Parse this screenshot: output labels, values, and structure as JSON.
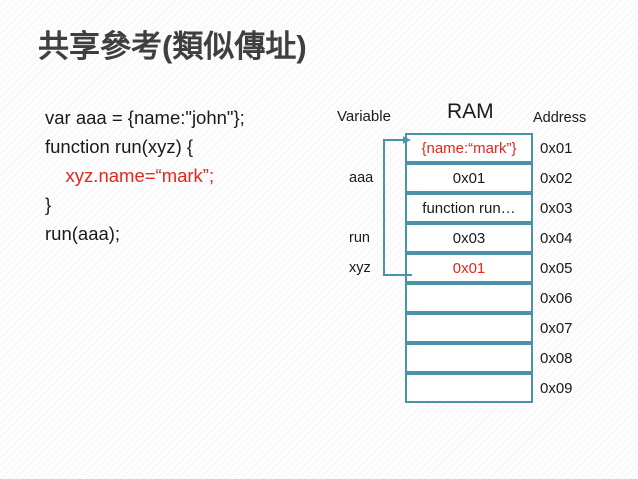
{
  "slide": {
    "title": "共享參考(類似傳址)",
    "background_color": "#fdfdfd",
    "title_color": "#3f3f3f"
  },
  "code": {
    "lines": [
      {
        "text": "var aaa = {name:\"john\"};",
        "highlight": false
      },
      {
        "text": "function run(xyz) {",
        "highlight": false
      },
      {
        "text": "    xyz.name=“mark”;",
        "highlight": true
      },
      {
        "text": "}",
        "highlight": false
      },
      {
        "text": "run(aaa);",
        "highlight": false
      }
    ],
    "highlight_color": "#e8251f"
  },
  "diagram": {
    "headers": {
      "variable": "Variable",
      "ram": "RAM",
      "address": "Address"
    },
    "border_color": "#4a93a8",
    "arrow_color": "#4a93a8",
    "rows": [
      {
        "variable": "",
        "ram": "{name:“mark”}",
        "address": "0x01",
        "ram_red": true,
        "empty": false
      },
      {
        "variable": "aaa",
        "ram": "0x01",
        "address": "0x02",
        "ram_red": false,
        "empty": false
      },
      {
        "variable": "",
        "ram": "function run…",
        "address": "0x03",
        "ram_red": false,
        "empty": false
      },
      {
        "variable": "run",
        "ram": "0x03",
        "address": "0x04",
        "ram_red": false,
        "empty": false
      },
      {
        "variable": "xyz",
        "ram": "0x01",
        "address": "0x05",
        "ram_red": true,
        "empty": false
      },
      {
        "variable": "",
        "ram": "",
        "address": "0x06",
        "ram_red": false,
        "empty": true
      },
      {
        "variable": "",
        "ram": "",
        "address": "0x07",
        "ram_red": false,
        "empty": true
      },
      {
        "variable": "",
        "ram": "",
        "address": "0x08",
        "ram_red": false,
        "empty": true
      },
      {
        "variable": "",
        "ram": "",
        "address": "0x09",
        "ram_red": false,
        "empty": true
      }
    ],
    "arrow": {
      "from_row_index": 4,
      "to_row_index": 0,
      "icon": "arrow-right-icon"
    }
  }
}
